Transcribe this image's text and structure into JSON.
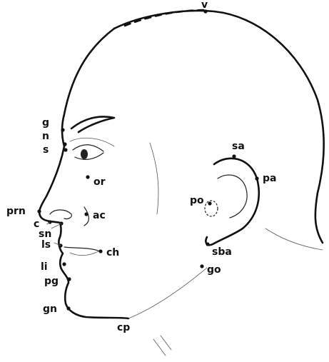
{
  "figure": {
    "landmarks": [
      {
        "key": "v",
        "label": "v"
      },
      {
        "key": "g",
        "label": "g"
      },
      {
        "key": "n",
        "label": "n"
      },
      {
        "key": "s",
        "label": "s"
      },
      {
        "key": "or",
        "label": "or"
      },
      {
        "key": "sa",
        "label": "sa"
      },
      {
        "key": "pa",
        "label": "pa"
      },
      {
        "key": "po",
        "label": "po"
      },
      {
        "key": "prn",
        "label": "prn"
      },
      {
        "key": "ac",
        "label": "ac"
      },
      {
        "key": "c",
        "label": "c"
      },
      {
        "key": "sn",
        "label": "sn"
      },
      {
        "key": "ls",
        "label": "ls"
      },
      {
        "key": "ch",
        "label": "ch"
      },
      {
        "key": "sba",
        "label": "sba"
      },
      {
        "key": "li",
        "label": "li"
      },
      {
        "key": "go",
        "label": "go"
      },
      {
        "key": "pg",
        "label": "pg"
      },
      {
        "key": "gn",
        "label": "gn"
      },
      {
        "key": "cp",
        "label": "cp"
      }
    ]
  }
}
